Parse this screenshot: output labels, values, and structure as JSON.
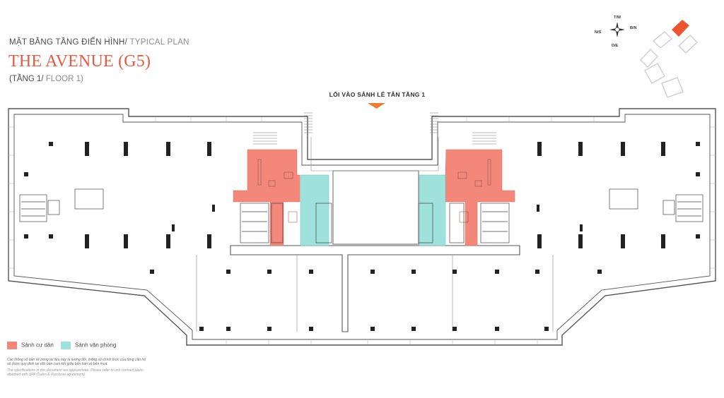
{
  "header": {
    "kicker_main": "MẶT BẰNG TẦNG ĐIỂN HÌNH/",
    "kicker_en": " TYPICAL PLAN",
    "title": "THE AVENUE (G5)",
    "floor_main": "(TẦNG 1/",
    "floor_en": " FLOOR 1)"
  },
  "entrance_label": "LỐI VÀO SẢNH LỄ TÂN TẦNG 1",
  "compass": {
    "north": "T/W",
    "south": "D/E",
    "west": "N/S",
    "east": "B/N"
  },
  "legend": [
    {
      "label": "Sảnh cư dân",
      "color": "#f2877a"
    },
    {
      "label": "Sảnh văn phòng",
      "color": "#9fe2dc"
    }
  ],
  "notes": {
    "vi": "Các thông số bản vẽ trong tài liệu này là tương đối, thông số chính thức của từng căn hộ sẽ được quy định tại văn bản cam kết giữa bên bán và bên mua.",
    "en": "The specifications in this document are approximate. Please refer to unit contract plans attached with SPA (Sales & Purchase agreement)."
  },
  "colors": {
    "accent": "#e55a43",
    "resident_lobby": "#f2877a",
    "office_lobby": "#9fe2dc",
    "entrance_marker": "#f07b2e",
    "key_plan_highlight": "#f0542e"
  }
}
